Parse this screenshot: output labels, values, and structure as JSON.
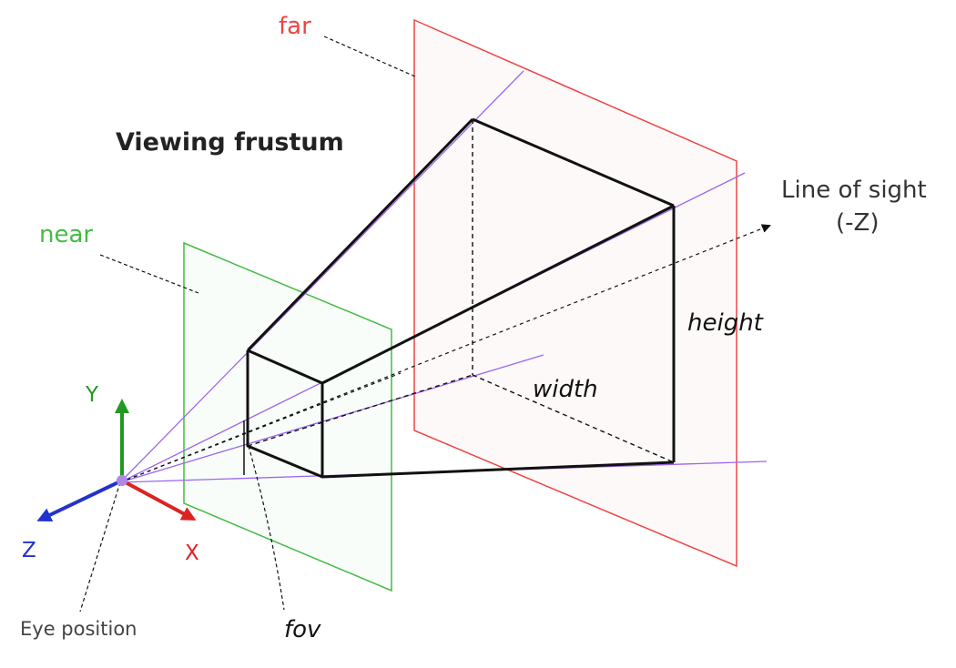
{
  "title": "Viewing frustum",
  "labels": {
    "far": "far",
    "near": "near",
    "line_of_sight_1": "Line of sight",
    "line_of_sight_2": "(-Z)",
    "height": "height",
    "width": "width",
    "fov": "fov",
    "eye_position": "Eye position"
  },
  "axes": {
    "y": "Y",
    "x": "X",
    "z": "Z"
  },
  "colors": {
    "far_plane": "#ee4444",
    "near_plane": "#44bb44",
    "sight_rays": "#9a66ee",
    "frustum": "#111111",
    "axis_x": "#dd2222",
    "axis_y": "#229922",
    "axis_z": "#2233cc",
    "eye": "#b088e8"
  }
}
